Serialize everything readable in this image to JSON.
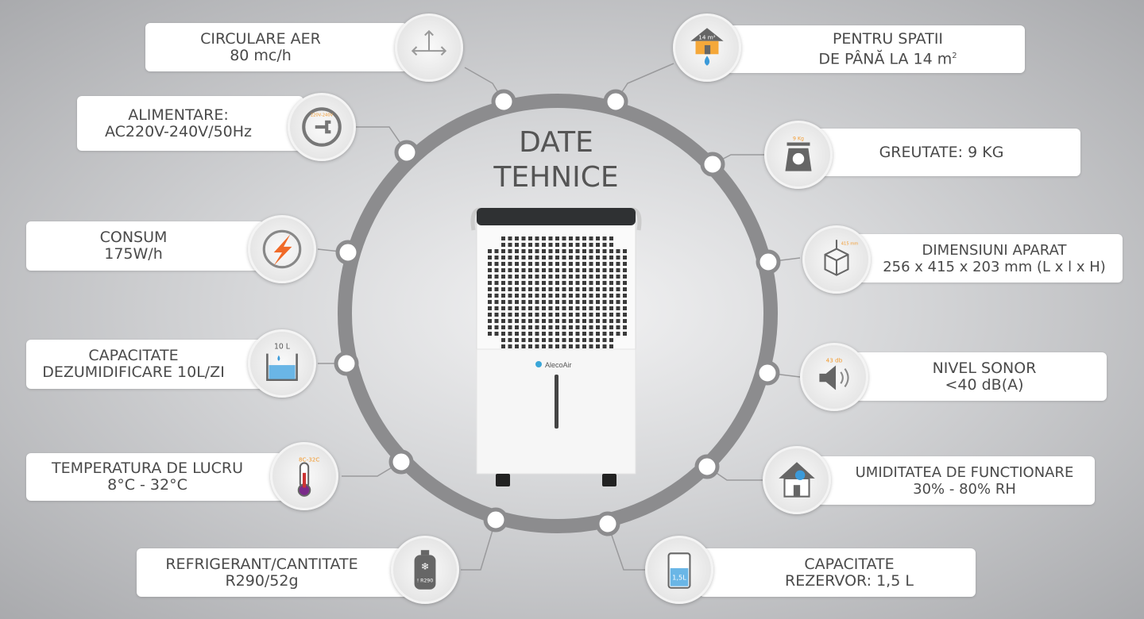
{
  "title": {
    "line1": "DATE",
    "line2": "TEHNICE"
  },
  "left": [
    {
      "line1": "CIRCULARE AER",
      "line2": "80 mc/h",
      "icon": "air-circulation-icon"
    },
    {
      "line1": "ALIMENTARE:",
      "line2": "AC220V-240V/50Hz",
      "icon": "power-plug-icon",
      "icon_text": "220V-240V"
    },
    {
      "line1": "CONSUM",
      "line2": "175W/h",
      "icon": "lightning-icon"
    },
    {
      "line1": "CAPACITATE",
      "line2": "DEZUMIDIFICARE 10L/ZI",
      "icon": "water-tank-icon",
      "icon_text": "10 L"
    },
    {
      "line1": "TEMPERATURA DE LUCRU",
      "line2": "8°C - 32°C",
      "icon": "thermometer-icon",
      "icon_text": "8C-32C"
    },
    {
      "line1": "REFRIGERANT/CANTITATE",
      "line2": "R290/52g",
      "icon": "refrigerant-bottle-icon",
      "icon_text": "! R290"
    }
  ],
  "right": [
    {
      "line1": "PENTRU SPATII",
      "line2": "DE PÂNĂ LA 14 m",
      "sup": "2",
      "icon": "house-area-icon",
      "icon_text": "14 m²"
    },
    {
      "line1": "GREUTATE: 9 KG",
      "icon": "scale-icon",
      "icon_text": "9 Kg"
    },
    {
      "line1": "DIMENSIUNI APARAT",
      "line2": "256 x 415 x 203 mm (L x l x H)",
      "icon": "dimensions-box-icon",
      "icon_text": "415 mm"
    },
    {
      "line1": "NIVEL SONOR",
      "line2": "<40 dB(A)",
      "icon": "speaker-icon",
      "icon_text": "43 db"
    },
    {
      "line1": "UMIDITATEA DE FUNCTIONARE",
      "line2": "30% - 80% RH",
      "icon": "house-humidity-icon"
    },
    {
      "line1": "CAPACITATE",
      "line2": "REZERVOR: 1,5 L",
      "icon": "beaker-icon",
      "icon_text": "1,5L"
    }
  ],
  "product": {
    "brand": "AlecoAir"
  },
  "colors": {
    "ring": "#8c8c8e",
    "accent": "#f29a2e",
    "water": "#3b9ad9"
  }
}
